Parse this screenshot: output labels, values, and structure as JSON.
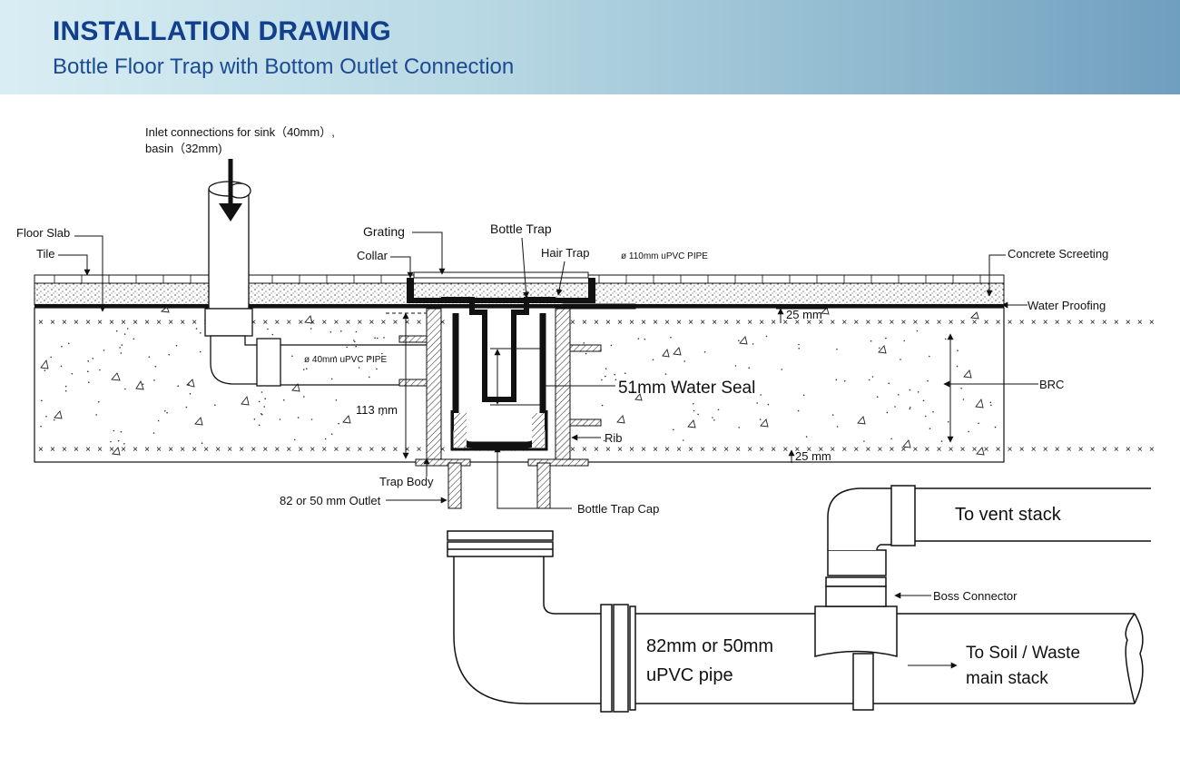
{
  "header": {
    "title": "INSTALLATION DRAWING",
    "subtitle": "Bottle Floor Trap with Bottom Outlet Connection"
  },
  "labels": {
    "inlet_line1": "Inlet connections for sink（40mm）,",
    "inlet_line2": "basin（32mm)",
    "floor_slab": "Floor Slab",
    "tile": "Tile",
    "grating": "Grating",
    "collar": "Collar",
    "bottle_trap": "Bottle Trap",
    "hair_trap": "Hair Trap",
    "pipe_110": "ø 110mm uPVC PIPE",
    "concrete_screeting": "Concrete Screeting",
    "water_proofing": "Water Proofing",
    "dim_25_top": "25 mm",
    "pipe_40": "ø 40mm uPVC PIPE",
    "water_seal": "51mm Water Seal",
    "brc": "BRC",
    "dim_113": "113 mm",
    "rib": "Rib",
    "dim_25_bottom": "25 mm",
    "trap_body": "Trap Body",
    "outlet": "82 or 50 mm Outlet",
    "bottle_trap_cap": "Bottle Trap Cap",
    "vent_stack": "To vent stack",
    "boss_connector": "Boss Connector",
    "pipe_main_line1": "82mm or 50mm",
    "pipe_main_line2": "uPVC pipe",
    "soil_line1": "To Soil / Waste",
    "soil_line2": "main stack"
  },
  "colors": {
    "title": "#123f8c",
    "subtitle": "#1c4a93",
    "header_gradient_start": "#d9eef4",
    "header_gradient_end": "#6f9fbf"
  }
}
